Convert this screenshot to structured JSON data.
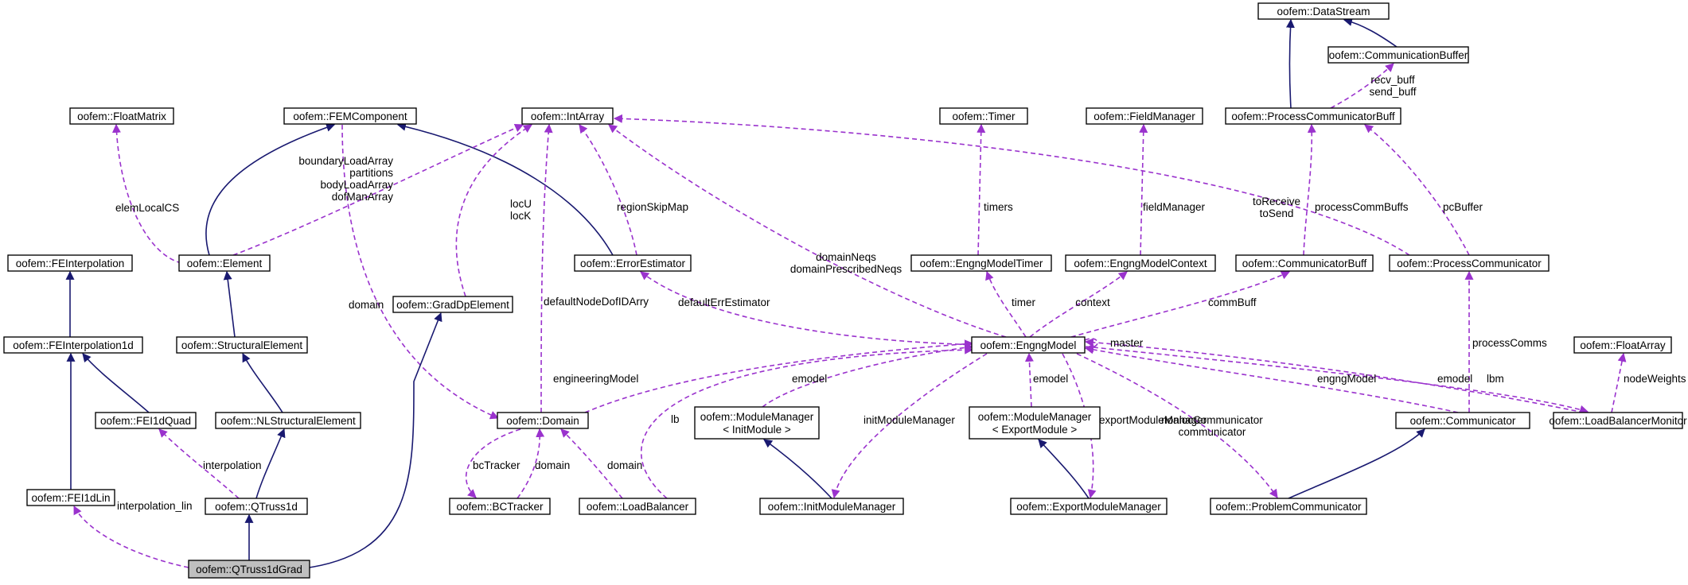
{
  "colors": {
    "inherit": "#191970",
    "usage": "#9a32cd",
    "focus_fill": "#bfbfbf"
  },
  "nodes": [
    {
      "id": "datastream",
      "lines": [
        "oofem::DataStream"
      ]
    },
    {
      "id": "commbuffer",
      "lines": [
        "oofem::CommunicationBuffer"
      ]
    },
    {
      "id": "pcbuff",
      "lines": [
        "oofem::ProcessCommunicatorBuff"
      ]
    },
    {
      "id": "floatmatrix",
      "lines": [
        "oofem::FloatMatrix"
      ]
    },
    {
      "id": "femcomponent",
      "lines": [
        "oofem::FEMComponent"
      ]
    },
    {
      "id": "intarray",
      "lines": [
        "oofem::IntArray"
      ]
    },
    {
      "id": "timer",
      "lines": [
        "oofem::Timer"
      ]
    },
    {
      "id": "fieldmanager",
      "lines": [
        "oofem::FieldManager"
      ]
    },
    {
      "id": "feinterp",
      "lines": [
        "oofem::FEInterpolation"
      ]
    },
    {
      "id": "element",
      "lines": [
        "oofem::Element"
      ]
    },
    {
      "id": "errorest",
      "lines": [
        "oofem::ErrorEstimator"
      ]
    },
    {
      "id": "engtimer",
      "lines": [
        "oofem::EngngModelTimer"
      ]
    },
    {
      "id": "engcontext",
      "lines": [
        "oofem::EngngModelContext"
      ]
    },
    {
      "id": "commbuff",
      "lines": [
        "oofem::CommunicatorBuff"
      ]
    },
    {
      "id": "proccomm",
      "lines": [
        "oofem::ProcessCommunicator"
      ]
    },
    {
      "id": "graddp",
      "lines": [
        "oofem::GradDpElement"
      ]
    },
    {
      "id": "feinterp1d",
      "lines": [
        "oofem::FEInterpolation1d"
      ]
    },
    {
      "id": "structel",
      "lines": [
        "oofem::StructuralElement"
      ]
    },
    {
      "id": "engngmodel",
      "lines": [
        "oofem::EngngModel"
      ]
    },
    {
      "id": "floatarray",
      "lines": [
        "oofem::FloatArray"
      ]
    },
    {
      "id": "fei1dquad",
      "lines": [
        "oofem::FEI1dQuad"
      ]
    },
    {
      "id": "nlstruct",
      "lines": [
        "oofem::NLStructuralElement"
      ]
    },
    {
      "id": "domain",
      "lines": [
        "oofem::Domain"
      ]
    },
    {
      "id": "modinit",
      "lines": [
        "oofem::ModuleManager",
        "< InitModule >"
      ]
    },
    {
      "id": "modexport",
      "lines": [
        "oofem::ModuleManager",
        "< ExportModule >"
      ]
    },
    {
      "id": "communicator",
      "lines": [
        "oofem::Communicator"
      ]
    },
    {
      "id": "lbmonitor",
      "lines": [
        "oofem::LoadBalancerMonitor"
      ]
    },
    {
      "id": "fei1dlin",
      "lines": [
        "oofem::FEI1dLin"
      ]
    },
    {
      "id": "qtruss1d",
      "lines": [
        "oofem::QTruss1d"
      ]
    },
    {
      "id": "bctracker",
      "lines": [
        "oofem::BCTracker"
      ]
    },
    {
      "id": "loadbal",
      "lines": [
        "oofem::LoadBalancer"
      ]
    },
    {
      "id": "initmodmgr",
      "lines": [
        "oofem::InitModuleManager"
      ]
    },
    {
      "id": "exportmodmgr",
      "lines": [
        "oofem::ExportModuleManager"
      ]
    },
    {
      "id": "probcomm",
      "lines": [
        "oofem::ProblemCommunicator"
      ]
    },
    {
      "id": "qtruss1dgrad",
      "lines": [
        "oofem::QTruss1dGrad"
      ],
      "focus": true
    }
  ],
  "edges": [
    {
      "from": "commbuffer",
      "to": "datastream",
      "kind": "inherit"
    },
    {
      "from": "pcbuff",
      "to": "datastream",
      "kind": "inherit"
    },
    {
      "from": "pcbuff",
      "to": "commbuffer",
      "kind": "usage",
      "label": [
        "recv_buff",
        "send_buff"
      ]
    },
    {
      "from": "element",
      "to": "femcomponent",
      "kind": "inherit"
    },
    {
      "from": "errorest",
      "to": "femcomponent",
      "kind": "inherit"
    },
    {
      "from": "element",
      "to": "floatmatrix",
      "kind": "usage",
      "label": [
        "elemLocalCS"
      ]
    },
    {
      "from": "element",
      "to": "intarray",
      "kind": "usage",
      "label": [
        "boundaryLoadArray",
        "partitions",
        "bodyLoadArray",
        "dofManArray"
      ]
    },
    {
      "from": "graddp",
      "to": "intarray",
      "kind": "usage",
      "label": [
        "locU",
        "locK"
      ]
    },
    {
      "from": "errorest",
      "to": "intarray",
      "kind": "usage",
      "label": [
        "regionSkipMap"
      ]
    },
    {
      "from": "domain",
      "to": "intarray",
      "kind": "usage",
      "label": [
        "defaultNodeDofIDArry"
      ]
    },
    {
      "from": "engngmodel",
      "to": "intarray",
      "kind": "usage",
      "label": [
        "domainNeqs",
        "domainPrescribedNeqs"
      ]
    },
    {
      "from": "proccomm",
      "to": "intarray",
      "kind": "usage",
      "label": [
        "toReceive",
        "toSend"
      ]
    },
    {
      "from": "engtimer",
      "to": "timer",
      "kind": "usage",
      "label": [
        "timers"
      ]
    },
    {
      "from": "engcontext",
      "to": "fieldmanager",
      "kind": "usage",
      "label": [
        "fieldManager"
      ]
    },
    {
      "from": "commbuff",
      "to": "pcbuff",
      "kind": "usage",
      "label": [
        "processCommBuffs"
      ]
    },
    {
      "from": "proccomm",
      "to": "pcbuff",
      "kind": "usage",
      "label": [
        "pcBuffer"
      ]
    },
    {
      "from": "feinterp1d",
      "to": "feinterp",
      "kind": "inherit"
    },
    {
      "from": "structel",
      "to": "element",
      "kind": "inherit"
    },
    {
      "from": "engngmodel",
      "to": "errorest",
      "kind": "usage",
      "label": [
        "defaultErrEstimator"
      ]
    },
    {
      "from": "engngmodel",
      "to": "engtimer",
      "kind": "usage",
      "label": [
        "timer"
      ]
    },
    {
      "from": "engngmodel",
      "to": "engcontext",
      "kind": "usage",
      "label": [
        "context"
      ]
    },
    {
      "from": "engngmodel",
      "to": "commbuff",
      "kind": "usage",
      "label": [
        "commBuff"
      ]
    },
    {
      "from": "engngmodel",
      "to": "engngmodel",
      "kind": "usage",
      "label": [
        "master"
      ]
    },
    {
      "from": "fei1dquad",
      "to": "feinterp1d",
      "kind": "inherit"
    },
    {
      "from": "nlstruct",
      "to": "structel",
      "kind": "inherit"
    },
    {
      "from": "femcomponent",
      "to": "domain",
      "kind": "usage",
      "label": [
        "domain"
      ]
    },
    {
      "from": "domain",
      "to": "engngmodel",
      "kind": "usage",
      "label": [
        "engineeringModel"
      ]
    },
    {
      "from": "modinit",
      "to": "engngmodel",
      "kind": "usage",
      "label": [
        "emodel"
      ]
    },
    {
      "from": "modexport",
      "to": "engngmodel",
      "kind": "usage",
      "label": [
        "emodel"
      ]
    },
    {
      "from": "communicator",
      "to": "engngmodel",
      "kind": "usage",
      "label": [
        "engngModel"
      ]
    },
    {
      "from": "lbmonitor",
      "to": "engngmodel",
      "kind": "usage",
      "label": [
        "emodel"
      ]
    },
    {
      "from": "loadbal",
      "to": "engngmodel",
      "kind": "usage",
      "label": [
        "lb"
      ]
    },
    {
      "from": "engngmodel",
      "to": "lbmonitor",
      "kind": "usage",
      "label": [
        "lbm"
      ]
    },
    {
      "from": "communicator",
      "to": "proccomm",
      "kind": "usage",
      "label": [
        "processComms"
      ]
    },
    {
      "from": "lbmonitor",
      "to": "floatarray",
      "kind": "usage",
      "label": [
        "nodeWeights"
      ]
    },
    {
      "from": "engngmodel",
      "to": "initmodmgr",
      "kind": "usage",
      "label": [
        "initModuleManager"
      ]
    },
    {
      "from": "engngmodel",
      "to": "exportmodmgr",
      "kind": "usage",
      "label": [
        "exportModuleManager"
      ]
    },
    {
      "from": "engngmodel",
      "to": "probcomm",
      "kind": "usage",
      "label": [
        "nonlocCommunicator",
        "communicator"
      ]
    },
    {
      "from": "initmodmgr",
      "to": "modinit",
      "kind": "inherit"
    },
    {
      "from": "exportmodmgr",
      "to": "modexport",
      "kind": "inherit"
    },
    {
      "from": "probcomm",
      "to": "communicator",
      "kind": "inherit"
    },
    {
      "from": "fei1dlin",
      "to": "feinterp1d",
      "kind": "inherit"
    },
    {
      "from": "qtruss1d",
      "to": "nlstruct",
      "kind": "inherit"
    },
    {
      "from": "qtruss1d",
      "to": "fei1dquad",
      "kind": "usage",
      "label": [
        "interpolation"
      ]
    },
    {
      "from": "domain",
      "to": "bctracker",
      "kind": "usage",
      "label": [
        "bcTracker"
      ]
    },
    {
      "from": "bctracker",
      "to": "domain",
      "kind": "usage",
      "label": [
        "domain"
      ]
    },
    {
      "from": "loadbal",
      "to": "domain",
      "kind": "usage",
      "label": [
        "domain"
      ]
    },
    {
      "from": "qtruss1dgrad",
      "to": "qtruss1d",
      "kind": "inherit"
    },
    {
      "from": "qtruss1dgrad",
      "to": "graddp",
      "kind": "inherit"
    },
    {
      "from": "qtruss1dgrad",
      "to": "fei1dlin",
      "kind": "usage",
      "label": [
        "interpolation_lin"
      ]
    }
  ]
}
